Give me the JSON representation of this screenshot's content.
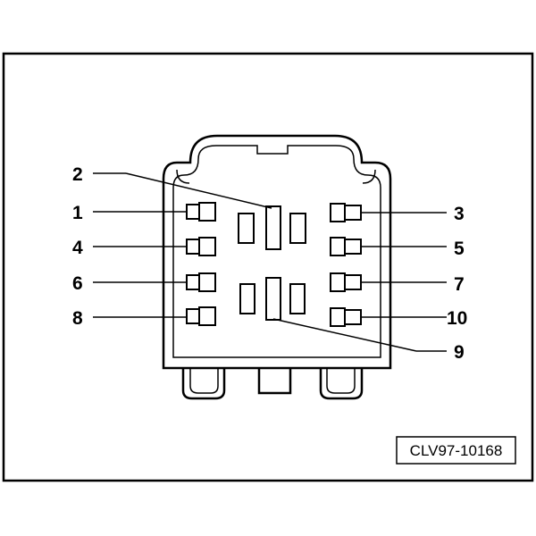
{
  "pins": {
    "p1": "1",
    "p2": "2",
    "p3": "3",
    "p4": "4",
    "p5": "5",
    "p6": "6",
    "p7": "7",
    "p8": "8",
    "p9": "9",
    "p10": "10"
  },
  "reference_code": "CLV97-10168"
}
